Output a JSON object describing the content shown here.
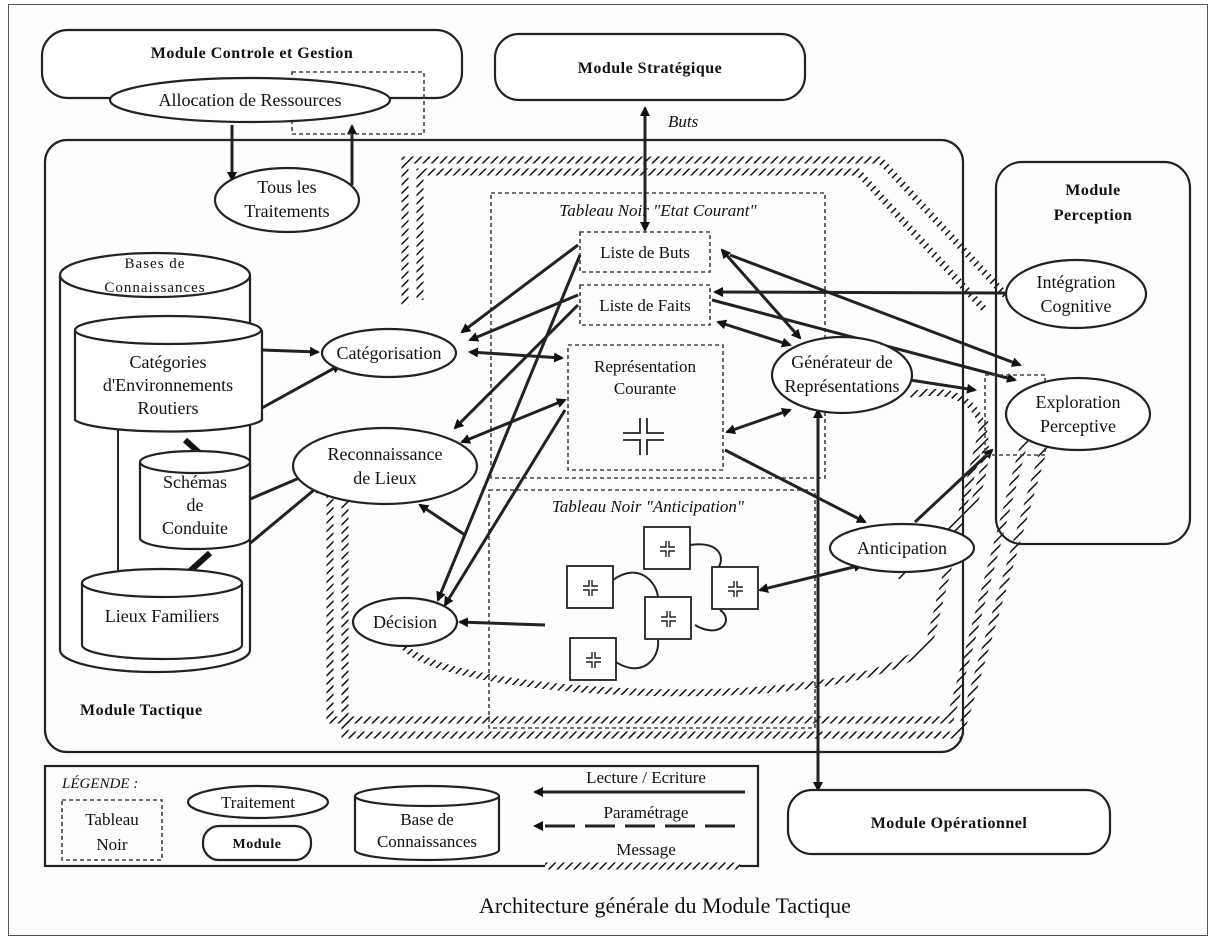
{
  "modules": {
    "controle": "Module Controle et Gestion",
    "strategique": "Module Stratégique",
    "perception_1": "Module",
    "perception_2": "Perception",
    "tactique": "Module Tactique",
    "operationnel": "Module Opérationnel"
  },
  "blackboards": {
    "etat_courant": "Tableau Noir \"Etat Courant\"",
    "anticipation": "Tableau Noir \"Anticipation\""
  },
  "processes": {
    "allocation": "Allocation de Ressources",
    "tous_1": "Tous les",
    "tous_2": "Traitements",
    "categorisation": "Catégorisation",
    "reconnaissance_1": "Reconnaissance",
    "reconnaissance_2": "de Lieux",
    "decision": "Décision",
    "generateur_1": "Générateur de",
    "generateur_2": "Représentations",
    "anticipation": "Anticipation",
    "integration_1": "Intégration",
    "integration_2": "Cognitive",
    "exploration_1": "Exploration",
    "exploration_2": "Perceptive"
  },
  "lists": {
    "buts": "Liste de Buts",
    "faits": "Liste de Faits",
    "rep_1": "Représentation",
    "rep_2": "Courante"
  },
  "knowledge": {
    "bases_1": "Bases de",
    "bases_2": "Connaissances",
    "categories_1": "Catégories",
    "categories_2": "d'Environnements",
    "categories_3": "Routiers",
    "schemas_1": "Schémas",
    "schemas_2": "de",
    "schemas_3": "Conduite",
    "lieux": "Lieux Familiers"
  },
  "arrow_label_buts": "Buts",
  "legend": {
    "title": "LÉGENDE :",
    "tableau_1": "Tableau",
    "tableau_2": "Noir",
    "traitement": "Traitement",
    "module": "Module",
    "base_1": "Base de",
    "base_2": "Connaissances",
    "lecture": "Lecture / Ecriture",
    "parametrage": "Paramétrage",
    "message": "Message"
  },
  "caption": "Architecture générale du Module Tactique"
}
